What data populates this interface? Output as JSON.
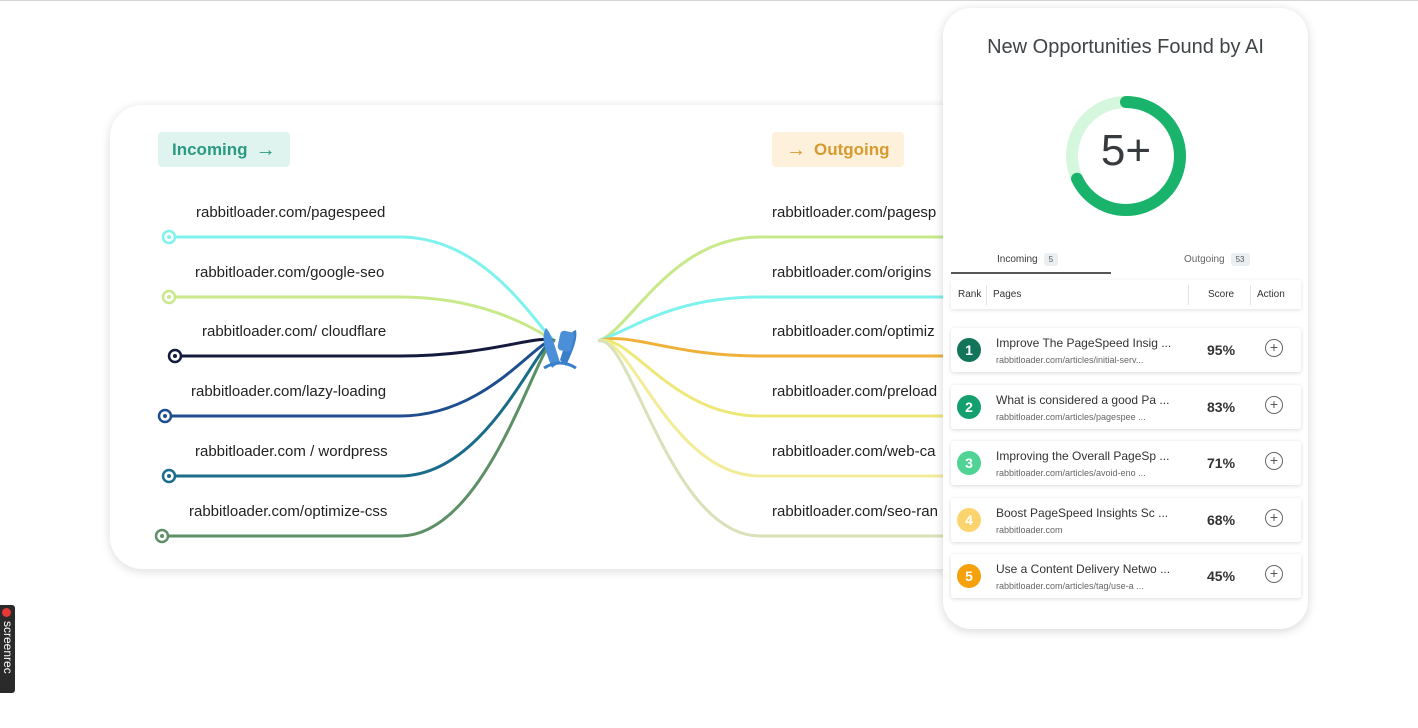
{
  "map": {
    "incoming_label": "Incoming",
    "outgoing_label": "Outgoing",
    "arrow_glyph": "→",
    "incoming_links": [
      {
        "label": "rabbitloader.com/pagespeed",
        "color": "#7ef2ec"
      },
      {
        "label": "rabbitloader.com/google-seo",
        "color": "#c8e98a"
      },
      {
        "label": "rabbitloader.com/ cloudflare",
        "color": "#141a3c"
      },
      {
        "label": "rabbitloader.com/lazy-loading",
        "color": "#1f4e8f"
      },
      {
        "label": "rabbitloader.com / wordpress",
        "color": "#1a6c8a"
      },
      {
        "label": "rabbitloader.com/optimize-css",
        "color": "#5e9066"
      }
    ],
    "outgoing_links": [
      {
        "label": "rabbitloader.com/pagesp",
        "color": "#c8e98a"
      },
      {
        "label": "rabbitloader.com/origins",
        "color": "#7ef2ec"
      },
      {
        "label": "rabbitloader.com/optimiz",
        "color": "#f0b13a"
      },
      {
        "label": "rabbitloader.com/preload",
        "color": "#eee879"
      },
      {
        "label": "rabbitloader.com/web-ca",
        "color": "#f2ec98"
      },
      {
        "label": "rabbitloader.com/seo-ran",
        "color": "#d9e1b8"
      }
    ]
  },
  "panel": {
    "title": "New Opportunities Found by AI",
    "count_display": "5+",
    "gauge_colors": {
      "track": "#d4f7dd",
      "fill": "#1ab36b"
    },
    "tabs": [
      {
        "label": "Incoming",
        "count": "5",
        "active": true
      },
      {
        "label": "Outgoing",
        "count": "53",
        "active": false
      }
    ],
    "columns": {
      "rank": "Rank",
      "pages": "Pages",
      "score": "Score",
      "action": "Action"
    },
    "rows": [
      {
        "rank": "1",
        "title": "Improve The PageSpeed Insig ...",
        "url": "rabbitloader.com/articles/initial-serv...",
        "score": "95%",
        "color": "#12755a"
      },
      {
        "rank": "2",
        "title": "What is considered a good Pa ...",
        "url": "rabbitloader.com/articles/pagespee ...",
        "score": "83%",
        "color": "#13a06e"
      },
      {
        "rank": "3",
        "title": "Improving the Overall PageSp ...",
        "url": "rabbitloader.com/articles/avoid-eno ...",
        "score": "71%",
        "color": "#4fd496"
      },
      {
        "rank": "4",
        "title": "Boost PageSpeed Insights Sc ...",
        "url": "rabbitloader.com",
        "score": "68%",
        "color": "#fbd46d"
      },
      {
        "rank": "5",
        "title": "Use a Content Delivery Netwo ...",
        "url": "rabbitloader.com/articles/tag/use-a ...",
        "score": "45%",
        "color": "#f5a10c"
      }
    ],
    "action_glyph": "+"
  },
  "recorder": {
    "label": "screenrec",
    "dot_color": "#e53935"
  }
}
